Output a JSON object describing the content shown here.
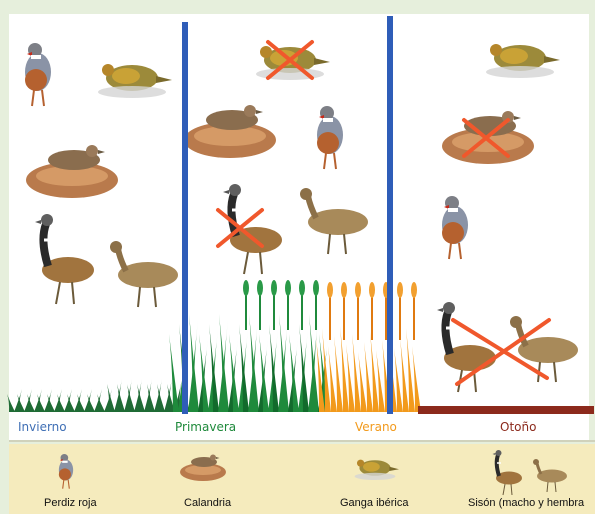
{
  "seasons": [
    {
      "label": "Invierno",
      "color": "#3f6fb5"
    },
    {
      "label": "Primavera",
      "color": "#1f8a3c"
    },
    {
      "label": "Verano",
      "color": "#f29a1c"
    },
    {
      "label": "Otoño",
      "color": "#8c2a1c"
    }
  ],
  "legend": [
    {
      "label": "Perdiz roja",
      "icon": "red-partridge-icon"
    },
    {
      "label": "Calandria",
      "icon": "calandra-lark-icon"
    },
    {
      "label": "Ganga ibérica",
      "icon": "pin-tailed-sandgrouse-icon"
    },
    {
      "label": "Sisón (macho y hembra",
      "icon": "little-bustard-icon"
    }
  ],
  "colors": {
    "background": "#e6efdc",
    "panel": "#ffffff",
    "divider": "#2f5db8",
    "legend_band": "#f5ebbd",
    "cross": "#f0582c",
    "autumn_ground": "#8c2a1c"
  }
}
